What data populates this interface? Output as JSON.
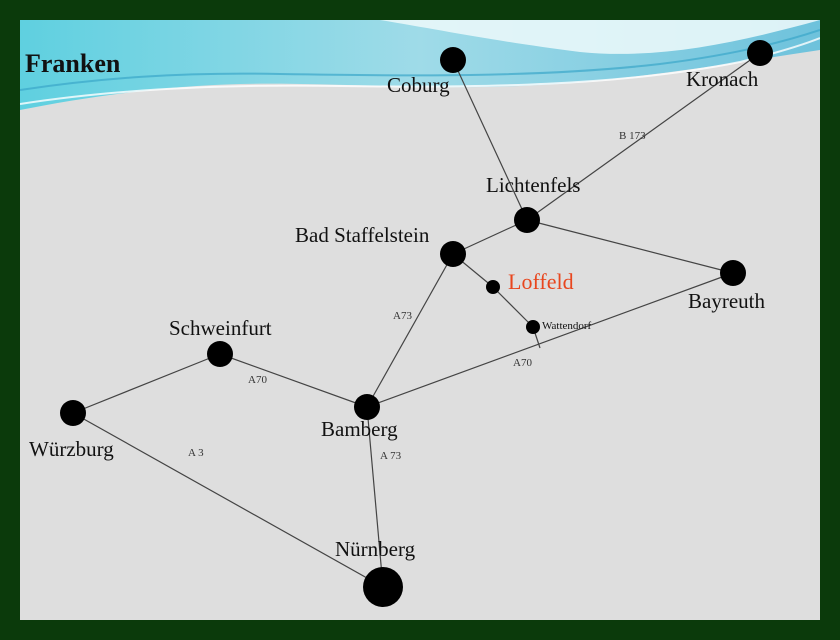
{
  "map": {
    "title": "Franken",
    "accent_color": "#e8461e",
    "cities": {
      "coburg": "Coburg",
      "kronach": "Kronach",
      "lichtenfels": "Lichtenfels",
      "bad_staffelstein": "Bad Staffelstein",
      "loffeld": "Loffeld",
      "wattendorf": "Wattendorf",
      "bayreuth": "Bayreuth",
      "schweinfurt": "Schweinfurt",
      "wuerzburg": "Würzburg",
      "bamberg": "Bamberg",
      "nuernberg": "Nürnberg"
    },
    "roads": {
      "b173": "B 173",
      "a73_north": "A73",
      "a70_east": "A70",
      "a70_west": "A70",
      "a3": "A 3",
      "a73_south": "A 73"
    }
  }
}
